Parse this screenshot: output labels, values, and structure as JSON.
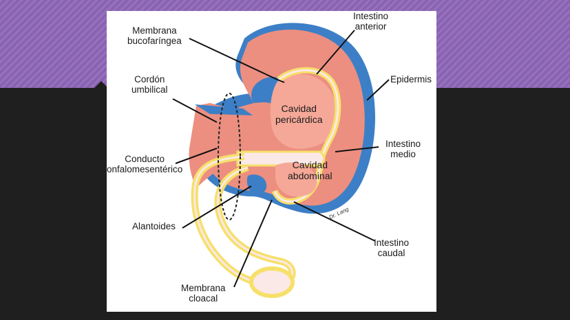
{
  "diagram": {
    "labels": {
      "membrana_bucofaringea": [
        "Membrana",
        "bucofaríngea"
      ],
      "intestino_anterior": [
        "Intestino",
        "anterior"
      ],
      "epidermis": [
        "Epidermis"
      ],
      "cordon_umbilical": [
        "Cordón",
        "umbilical"
      ],
      "cavidad_pericardica": [
        "Cavidad",
        "pericárdica"
      ],
      "intestino_medio": [
        "Intestino",
        "medio"
      ],
      "conducto_onfalomesenterico": [
        "Conducto",
        "onfalomesentérico"
      ],
      "cavidad_abdominal": [
        "Cavidad",
        "abdominal"
      ],
      "alantoides": [
        "Alantoides"
      ],
      "intestino_caudal": [
        "Intestino",
        "caudal"
      ],
      "membrana_cloacal": [
        "Membrana",
        "cloacal"
      ]
    },
    "signature": "Dr. Lang",
    "colors": {
      "background_purple": "#8a62b3",
      "background_dark": "#1f1f1f",
      "mesoderm_salmon": "#ec8f80",
      "ectoderm_blue": "#3d7fc6",
      "endoderm_yellow": "#f6e06a",
      "cavity_light": "#fbe9e7"
    }
  }
}
